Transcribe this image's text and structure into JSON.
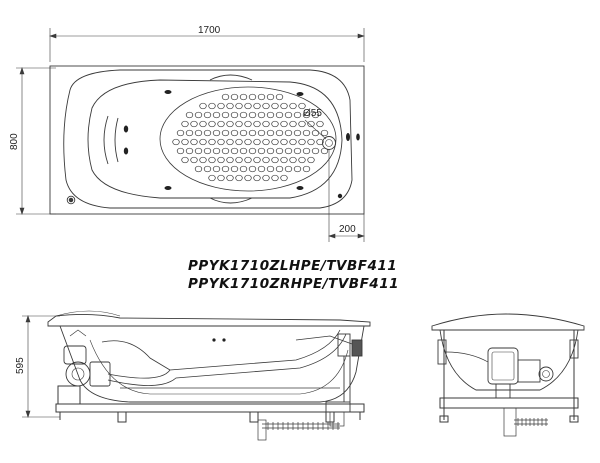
{
  "dimensions": {
    "length": "1700",
    "width": "800",
    "drain_diameter": "Ø55",
    "drain_offset": "200",
    "height": "595"
  },
  "models": [
    "PPYK1710ZLHPE/TVBF411",
    "PPYK1710ZRHPE/TVBF411"
  ],
  "colors": {
    "line": "#3a3a3a",
    "light_line": "#9a9a9a",
    "text": "#111111"
  }
}
